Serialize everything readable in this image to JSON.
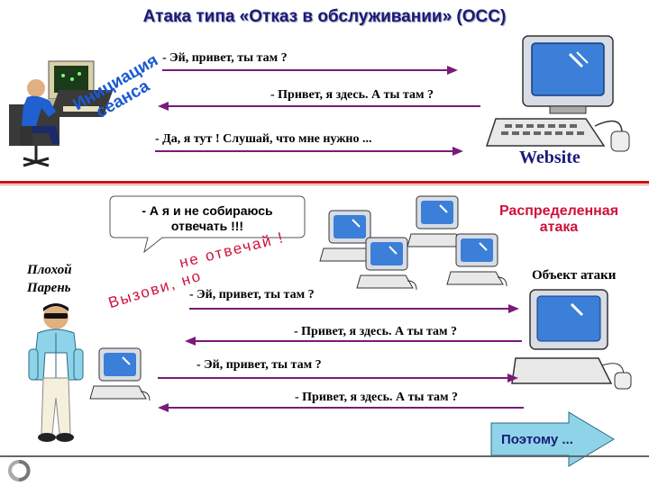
{
  "title": "Атака типа «Отказ в обслуживании» (ОСС)",
  "top_section": {
    "msg1": "- Эй, привет, ты там ?",
    "msg2": "- Привет, я здесь. А ты там ?",
    "msg3": "- Да, я тут ! Слушай, что мне нужно ...",
    "initiation_label_line1": "Инициация",
    "initiation_label_line2": "сеанса",
    "website_label": "Website"
  },
  "bottom_section": {
    "bubble_text_line1": "- А я и не собираюсь",
    "bubble_text_line2": "отвечать !!!",
    "distributed_line1": "Распределенная",
    "distributed_line2": "атака",
    "target_label": "Объект атаки",
    "bad_guy_line1": "Плохой",
    "bad_guy_line2": "Парень",
    "curved_text_upper": "не отвечай !",
    "curved_text_lower": "Вызови, но",
    "msg1": "- Эй, привет, ты там ?",
    "msg2": "- Привет, я здесь. А ты там ?",
    "msg3": "- Эй, привет, ты там ?",
    "msg4": "- Привет, я здесь. А ты там ?",
    "next_button": "Поэтому ..."
  },
  "colors": {
    "arrow": "#7a1a7a",
    "separator": "#cc1111",
    "title": "#1a1a7a",
    "red_text": "#d0103a",
    "monitor": "#3b7fd8",
    "arrow_button": "#8fd3e8"
  }
}
